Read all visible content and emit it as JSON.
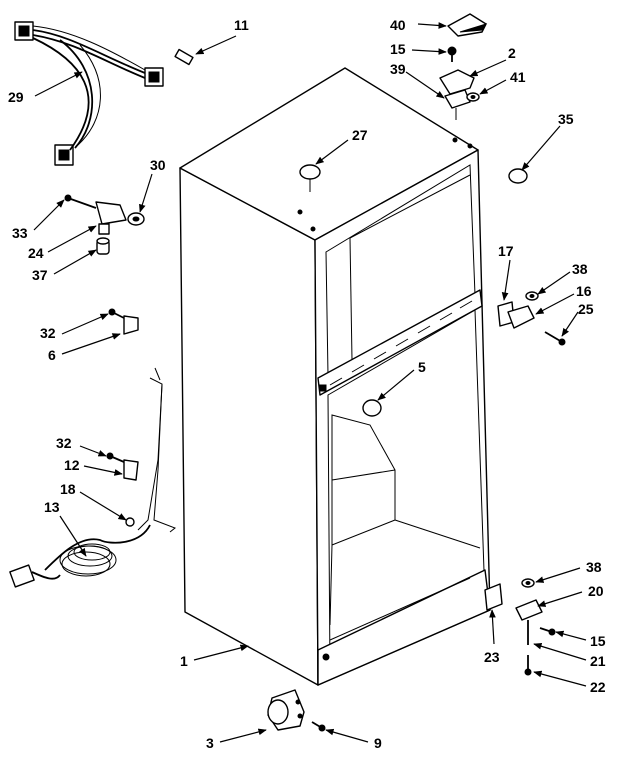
{
  "callouts": {
    "p1": "1",
    "p2": "2",
    "p3": "3",
    "p5": "5",
    "p6": "6",
    "p9": "9",
    "p11": "11",
    "p12": "12",
    "p13": "13",
    "p15a": "15",
    "p15b": "15",
    "p16": "16",
    "p17": "17",
    "p18": "18",
    "p20": "20",
    "p21": "21",
    "p22": "22",
    "p23": "23",
    "p24": "24",
    "p25": "25",
    "p27": "27",
    "p29": "29",
    "p30": "30",
    "p32a": "32",
    "p32b": "32",
    "p33": "33",
    "p35": "35",
    "p37": "37",
    "p38a": "38",
    "p38b": "38",
    "p39": "39",
    "p40": "40",
    "p41": "41"
  }
}
